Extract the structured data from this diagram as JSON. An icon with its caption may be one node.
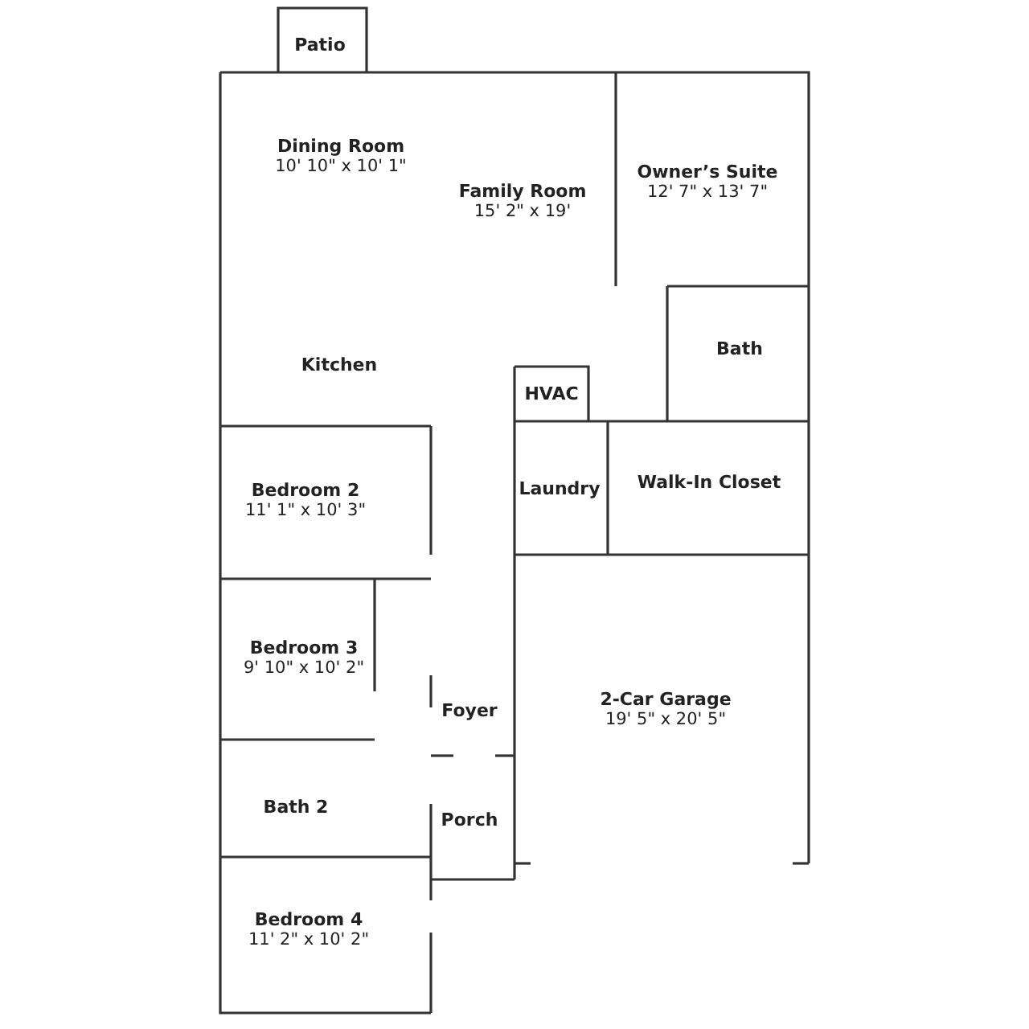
{
  "diagram": {
    "nodes": [
      {
        "text": [
          "Patio"
        ]
      },
      {
        "text": [
          "Dining Room",
          "10' 10\" x 10' 1\""
        ]
      },
      {
        "text": [
          "Family Room",
          "15' 2\" x 19'"
        ]
      },
      {
        "text": [
          "Owner’s Suite",
          "12' 7\" x 13' 7\""
        ]
      },
      {
        "text": [
          "Bath"
        ]
      },
      {
        "text": [
          "Kitchen"
        ]
      },
      {
        "text": [
          "HVAC"
        ]
      },
      {
        "text": [
          "Laundry"
        ]
      },
      {
        "text": [
          "Walk-In Closet"
        ]
      },
      {
        "text": [
          "Bedroom 2",
          "11' 1\" x 10' 3\""
        ]
      },
      {
        "text": [
          "Bedroom 3",
          "9' 10\" x 10' 2\""
        ]
      },
      {
        "text": [
          "Foyer"
        ]
      },
      {
        "text": [
          "2-Car Garage",
          "19' 5\" x 20' 5\""
        ]
      },
      {
        "text": [
          "Bath 2"
        ]
      },
      {
        "text": [
          "Porch"
        ]
      },
      {
        "text": [
          "Bedroom 4",
          "11' 2\" x 10' 2\""
        ]
      }
    ]
  }
}
